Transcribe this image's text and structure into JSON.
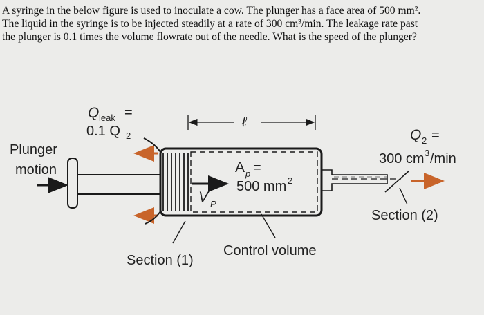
{
  "problem": {
    "line1": "A syringe in the below figure is used to inoculate a cow. The plunger has a face area of 500 mm².",
    "line2": "The liquid in the syringe is to be injected steadily at a rate of 300 cm³/min. The leakage rate past",
    "line3": "the plunger is 0.1 times the volume flowrate out of the needle. What is the speed of the plunger?"
  },
  "figure": {
    "qleak_label": "Q",
    "qleak_sub": "leak",
    "qleak_eq": "=",
    "qleak_value": "0.1 Q",
    "qleak_value_sub": "2",
    "length_label": "ℓ",
    "plunger_line1": "Plunger",
    "plunger_line2": "motion",
    "vp_label": "V",
    "vp_sub": "P",
    "ap_label": "A",
    "ap_sub": "p",
    "ap_eq": "=",
    "ap_value": "500 mm",
    "ap_sup": "2",
    "q2_label": "Q",
    "q2_sub": "2",
    "q2_eq": "=",
    "q2_value": "300 cm",
    "q2_sup": "3",
    "q2_unit": "/min",
    "section1": "Section (1)",
    "section2": "Section (2)",
    "control_volume": "Control volume"
  },
  "colors": {
    "arrow_orange": "#c8642a",
    "outline": "#1a1a1a"
  }
}
